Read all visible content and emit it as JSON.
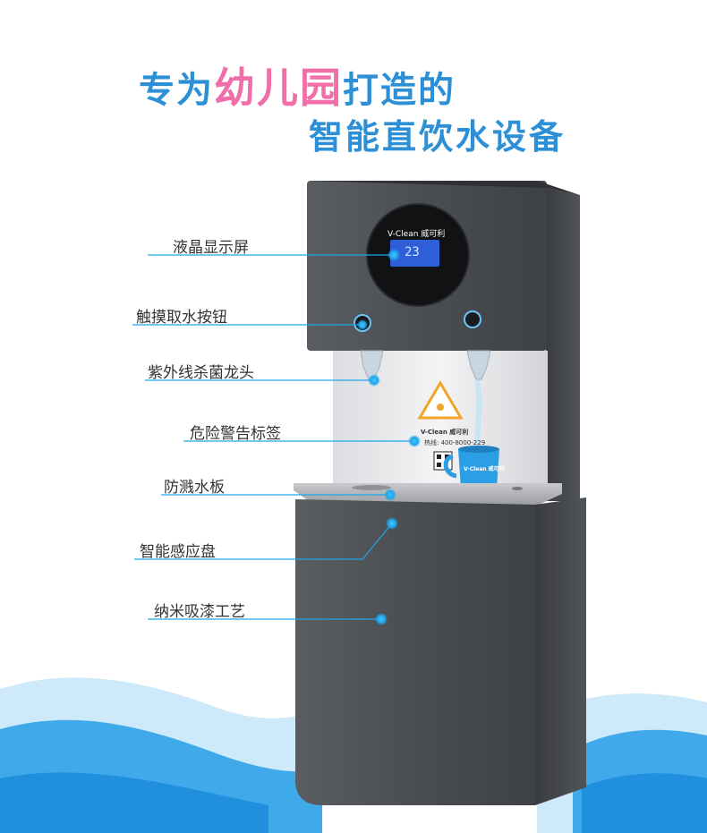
{
  "headline": {
    "line1_prefix": "专为",
    "line1_highlight": "幼儿园",
    "line1_suffix": "打造的",
    "line2": "智能直饮水设备"
  },
  "labels": [
    {
      "id": "lcd",
      "text": "液晶显示屏"
    },
    {
      "id": "touch",
      "text": "触摸取水按钮"
    },
    {
      "id": "uv",
      "text": "紫外线杀菌龙头"
    },
    {
      "id": "warning",
      "text": "危险警告标签"
    },
    {
      "id": "splash",
      "text": "防溅水板"
    },
    {
      "id": "sensor",
      "text": "智能感应盘"
    },
    {
      "id": "paint",
      "text": "纳米吸漆工艺"
    }
  ],
  "device": {
    "brand": "V-Clean 威可利",
    "screen_reading": "23",
    "hotline": "热线: 400-8000-229",
    "panel_brand": "V-Clean 威可利",
    "mug_brand": "V-Clean 威可利"
  },
  "colors": {
    "accent": "#2d8fd6",
    "highlight": "#f06fa9",
    "body": "#4e5156",
    "water": "#55b9ee",
    "dot": "#1aa6ec"
  }
}
